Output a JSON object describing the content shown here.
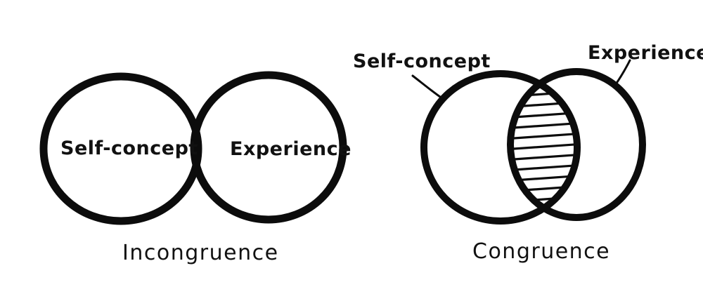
{
  "colors": {
    "ink": "#0c0c0c",
    "paper": "#ffffff"
  },
  "diagrams": [
    {
      "caption": "Incongruence",
      "left_circle_label": "Self-concept",
      "right_circle_label": "Experience",
      "overlap": "small"
    },
    {
      "caption": "Congruence",
      "left_circle_label": "Self-concept",
      "right_circle_label": "Experience",
      "overlap": "large"
    }
  ]
}
